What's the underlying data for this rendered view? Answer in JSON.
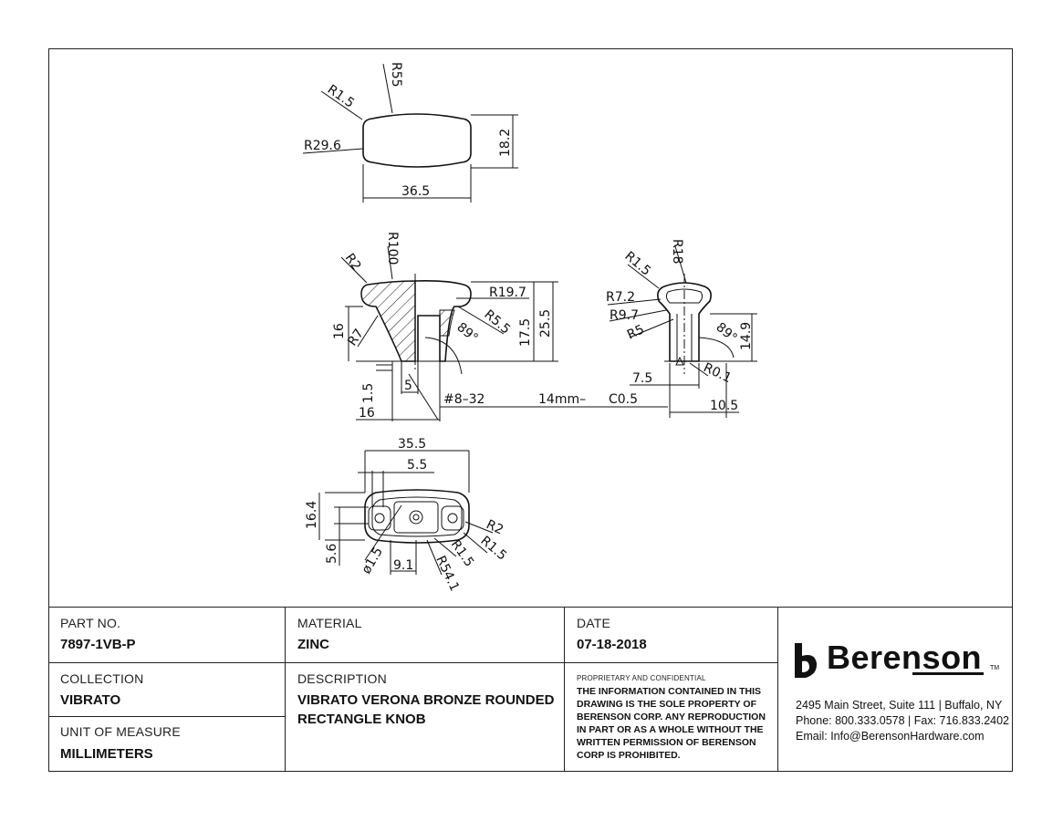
{
  "dimensions": {
    "top_view": {
      "r55": "R55",
      "r15": "R1.5",
      "r296": "R29.6",
      "h182": "18.2",
      "w365": "36.5"
    },
    "section_view": {
      "r100": "R100",
      "r2": "R2",
      "r197": "R19.7",
      "r55": "R5.5",
      "r7": "R7",
      "a89": "89°",
      "d16": "16",
      "d175": "17.5",
      "d255": "25.5",
      "d15": "1.5",
      "d5": "5",
      "d16b": "16",
      "thread": "#8–32",
      "depth": "14mm–",
      "chamfer": "C0.5"
    },
    "side_view": {
      "r15": "R1.5",
      "r18": "R18",
      "r72": "R7.2",
      "r97": "R9.7",
      "r5": "R5",
      "a89": "89°",
      "d149": "14.9",
      "d75": "7.5",
      "r01": "R0.1",
      "d105": "10.5"
    },
    "bottom_view": {
      "d355": "35.5",
      "d55": "5.5",
      "d164": "16.4",
      "d56": "5.6",
      "phi15": "ø1.5",
      "d91": "9.1",
      "r541": "R54.1",
      "r15a": "R1.5",
      "r15b": "R1.5",
      "r2": "R2"
    }
  },
  "title_block": {
    "part_no_label": "PART NO.",
    "part_no": "7897-1VB-P",
    "material_label": "MATERIAL",
    "material": "ZINC",
    "date_label": "DATE",
    "date": "07-18-2018",
    "collection_label": "COLLECTION",
    "collection": "VIBRATO",
    "description_label": "DESCRIPTION",
    "description_line1": "VIBRATO VERONA BRONZE ROUNDED",
    "description_line2": "RECTANGLE KNOB",
    "uom_label": "UNIT OF MEASURE",
    "uom": "MILLIMETERS",
    "proprietary_heading": "PROPRIETARY AND CONFIDENTIAL",
    "proprietary_text": "THE INFORMATION CONTAINED IN THIS DRAWING IS THE SOLE PROPERTY OF BERENSON CORP. ANY REPRODUCTION IN PART OR AS A WHOLE WITHOUT THE WRITTEN PERMISSION OF BERENSON CORP IS PROHIBITED."
  },
  "company": {
    "name": "Berenson",
    "trademark": "TM",
    "address": "2495 Main Street, Suite 111 | Buffalo, NY",
    "phone_fax": "Phone: 800.333.0578 | Fax: 716.833.2402",
    "email": "Email: Info@BerensonHardware.com"
  }
}
